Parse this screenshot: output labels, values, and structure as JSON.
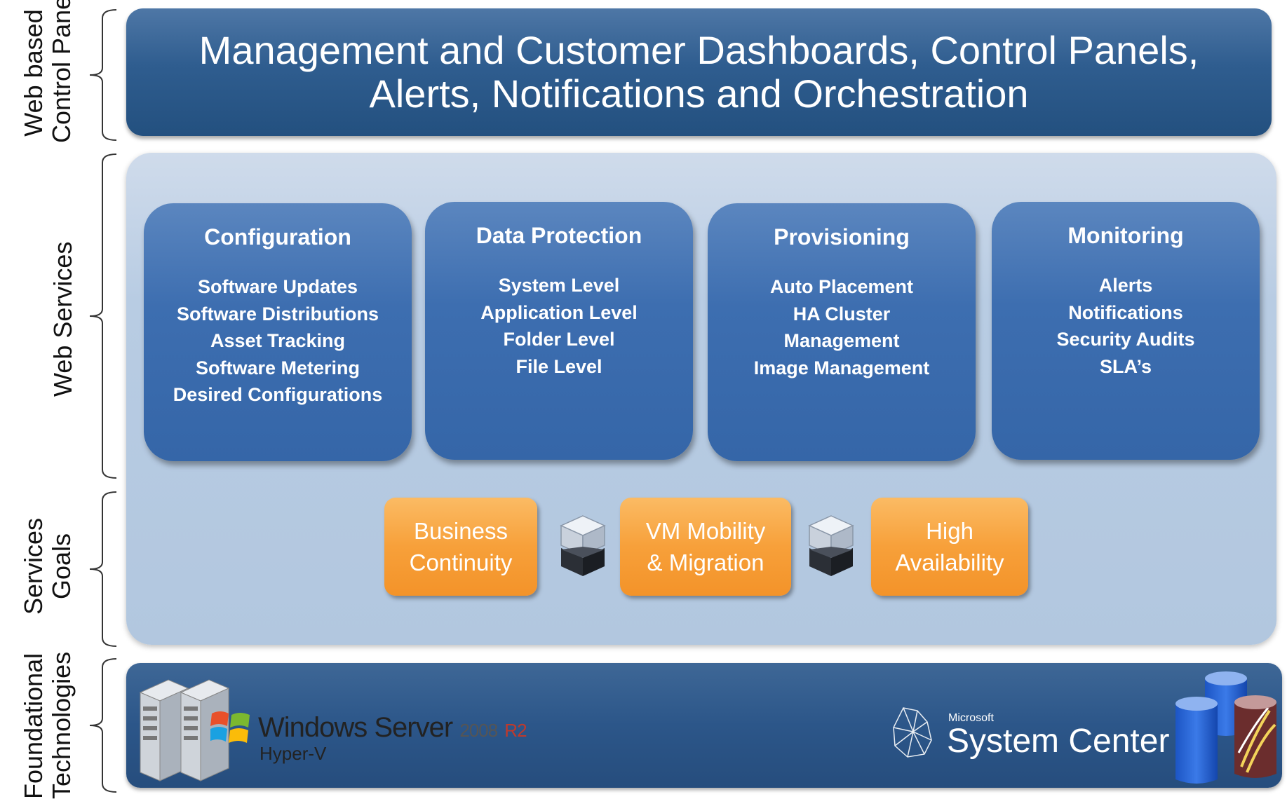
{
  "side_labels": {
    "web_control": [
      "Web based",
      "Control Panel"
    ],
    "web_services": "Web Services",
    "services_goals": [
      "Services",
      "Goals"
    ],
    "foundational": [
      "Foundational",
      "Technologies"
    ]
  },
  "top_panel": {
    "line1": "Management and Customer Dashboards, Control Panels,",
    "line2": "Alerts, Notifications and Orchestration"
  },
  "services": [
    {
      "title": "Configuration",
      "items": [
        "Software Updates",
        "Software Distributions",
        "Asset Tracking",
        "Software Metering",
        "Desired Configurations"
      ]
    },
    {
      "title": "Data Protection",
      "items": [
        "System Level",
        "Application Level",
        "Folder Level",
        "File Level"
      ]
    },
    {
      "title": "Provisioning",
      "items": [
        "Auto Placement",
        "HA Cluster",
        "Management",
        "Image Management"
      ]
    },
    {
      "title": "Monitoring",
      "items": [
        "Alerts",
        "Notifications",
        "Security Audits",
        "SLA’s"
      ]
    }
  ],
  "goals": [
    {
      "line1": "Business",
      "line2": "Continuity"
    },
    {
      "line1": "VM Mobility",
      "line2": "& Migration"
    },
    {
      "line1": "High",
      "line2": "Availability"
    }
  ],
  "foundation": {
    "windows_server": "Windows Server",
    "windows_year": "2008",
    "windows_r2": "R2",
    "hyperv": "Hyper-V",
    "microsoft": "Microsoft",
    "system_center": "System Center"
  },
  "colors": {
    "top_panel": "#2f5d8f",
    "service_card": "#3d6eb0",
    "goal_box": "#f7a03a",
    "middle_panel": "#b8cce3"
  }
}
